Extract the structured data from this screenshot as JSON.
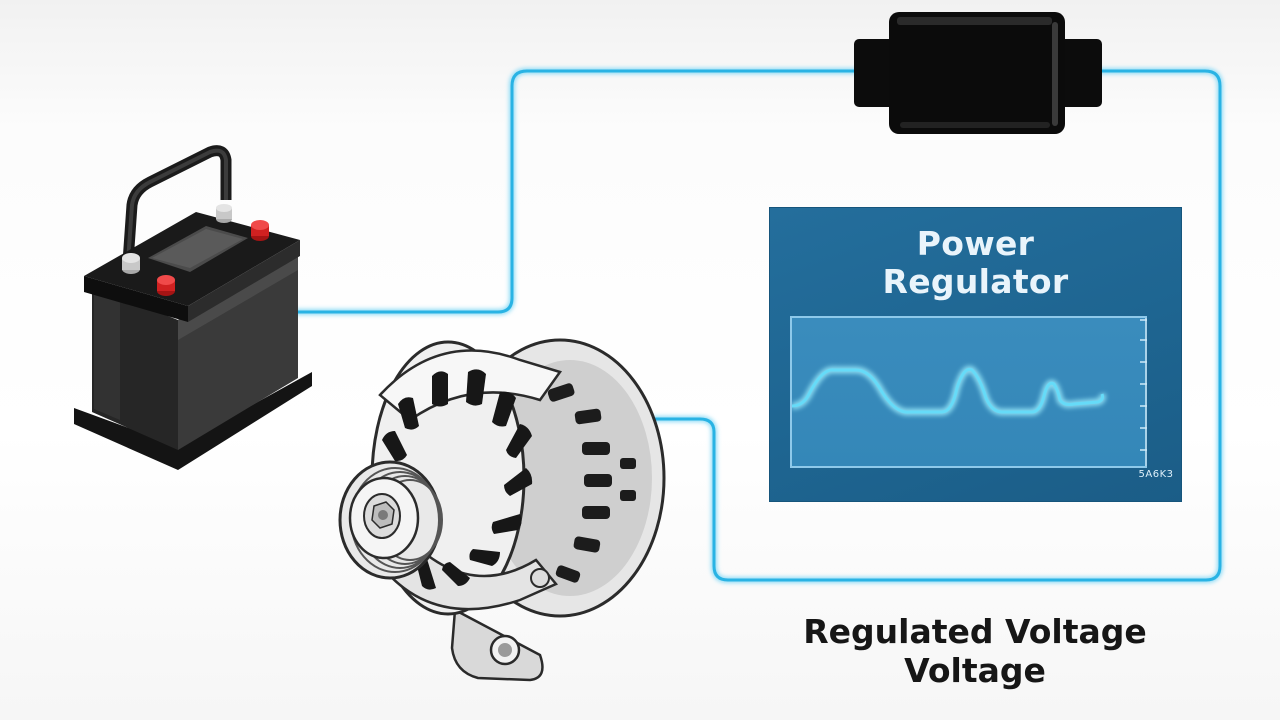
{
  "diagram": {
    "panel_title_line1": "Power",
    "panel_title_line2": "Regulator",
    "scope_label": "5A6K3",
    "caption_line1": "Regulated Voltage",
    "caption_line2": "Voltage",
    "components": {
      "battery": "battery-icon",
      "alternator": "alternator-icon",
      "regulator_module": "regulator-module-icon"
    },
    "colors": {
      "wire": "#27b4e6",
      "panel": "#1f6794",
      "trace": "#5fd6f7",
      "module": "#0d0d0d"
    }
  }
}
